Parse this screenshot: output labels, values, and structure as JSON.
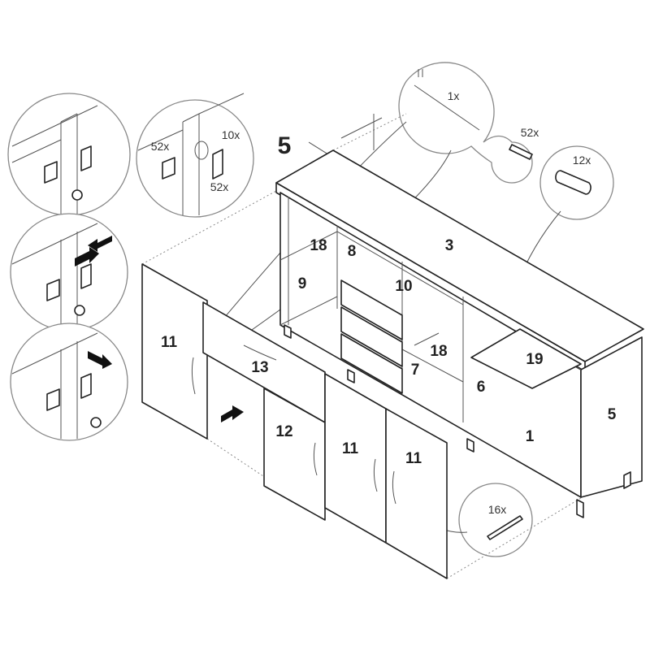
{
  "step_number": "5",
  "quantities": {
    "hinge_screws_a": "52x",
    "hinge_cup_screws": "10x",
    "hinge_screws_b": "52x",
    "tool": "1x",
    "screws": "52x",
    "dowels": "12x",
    "long_screws": "16x"
  },
  "parts": {
    "p18a": "18",
    "p8": "8",
    "p3": "3",
    "p9": "9",
    "p10": "10",
    "p18b": "18",
    "p7": "7",
    "p19": "19",
    "p6": "6",
    "p5": "5",
    "p1": "1",
    "p11a": "11",
    "p13": "13",
    "p12": "12",
    "p11b": "11",
    "p11c": "11"
  }
}
